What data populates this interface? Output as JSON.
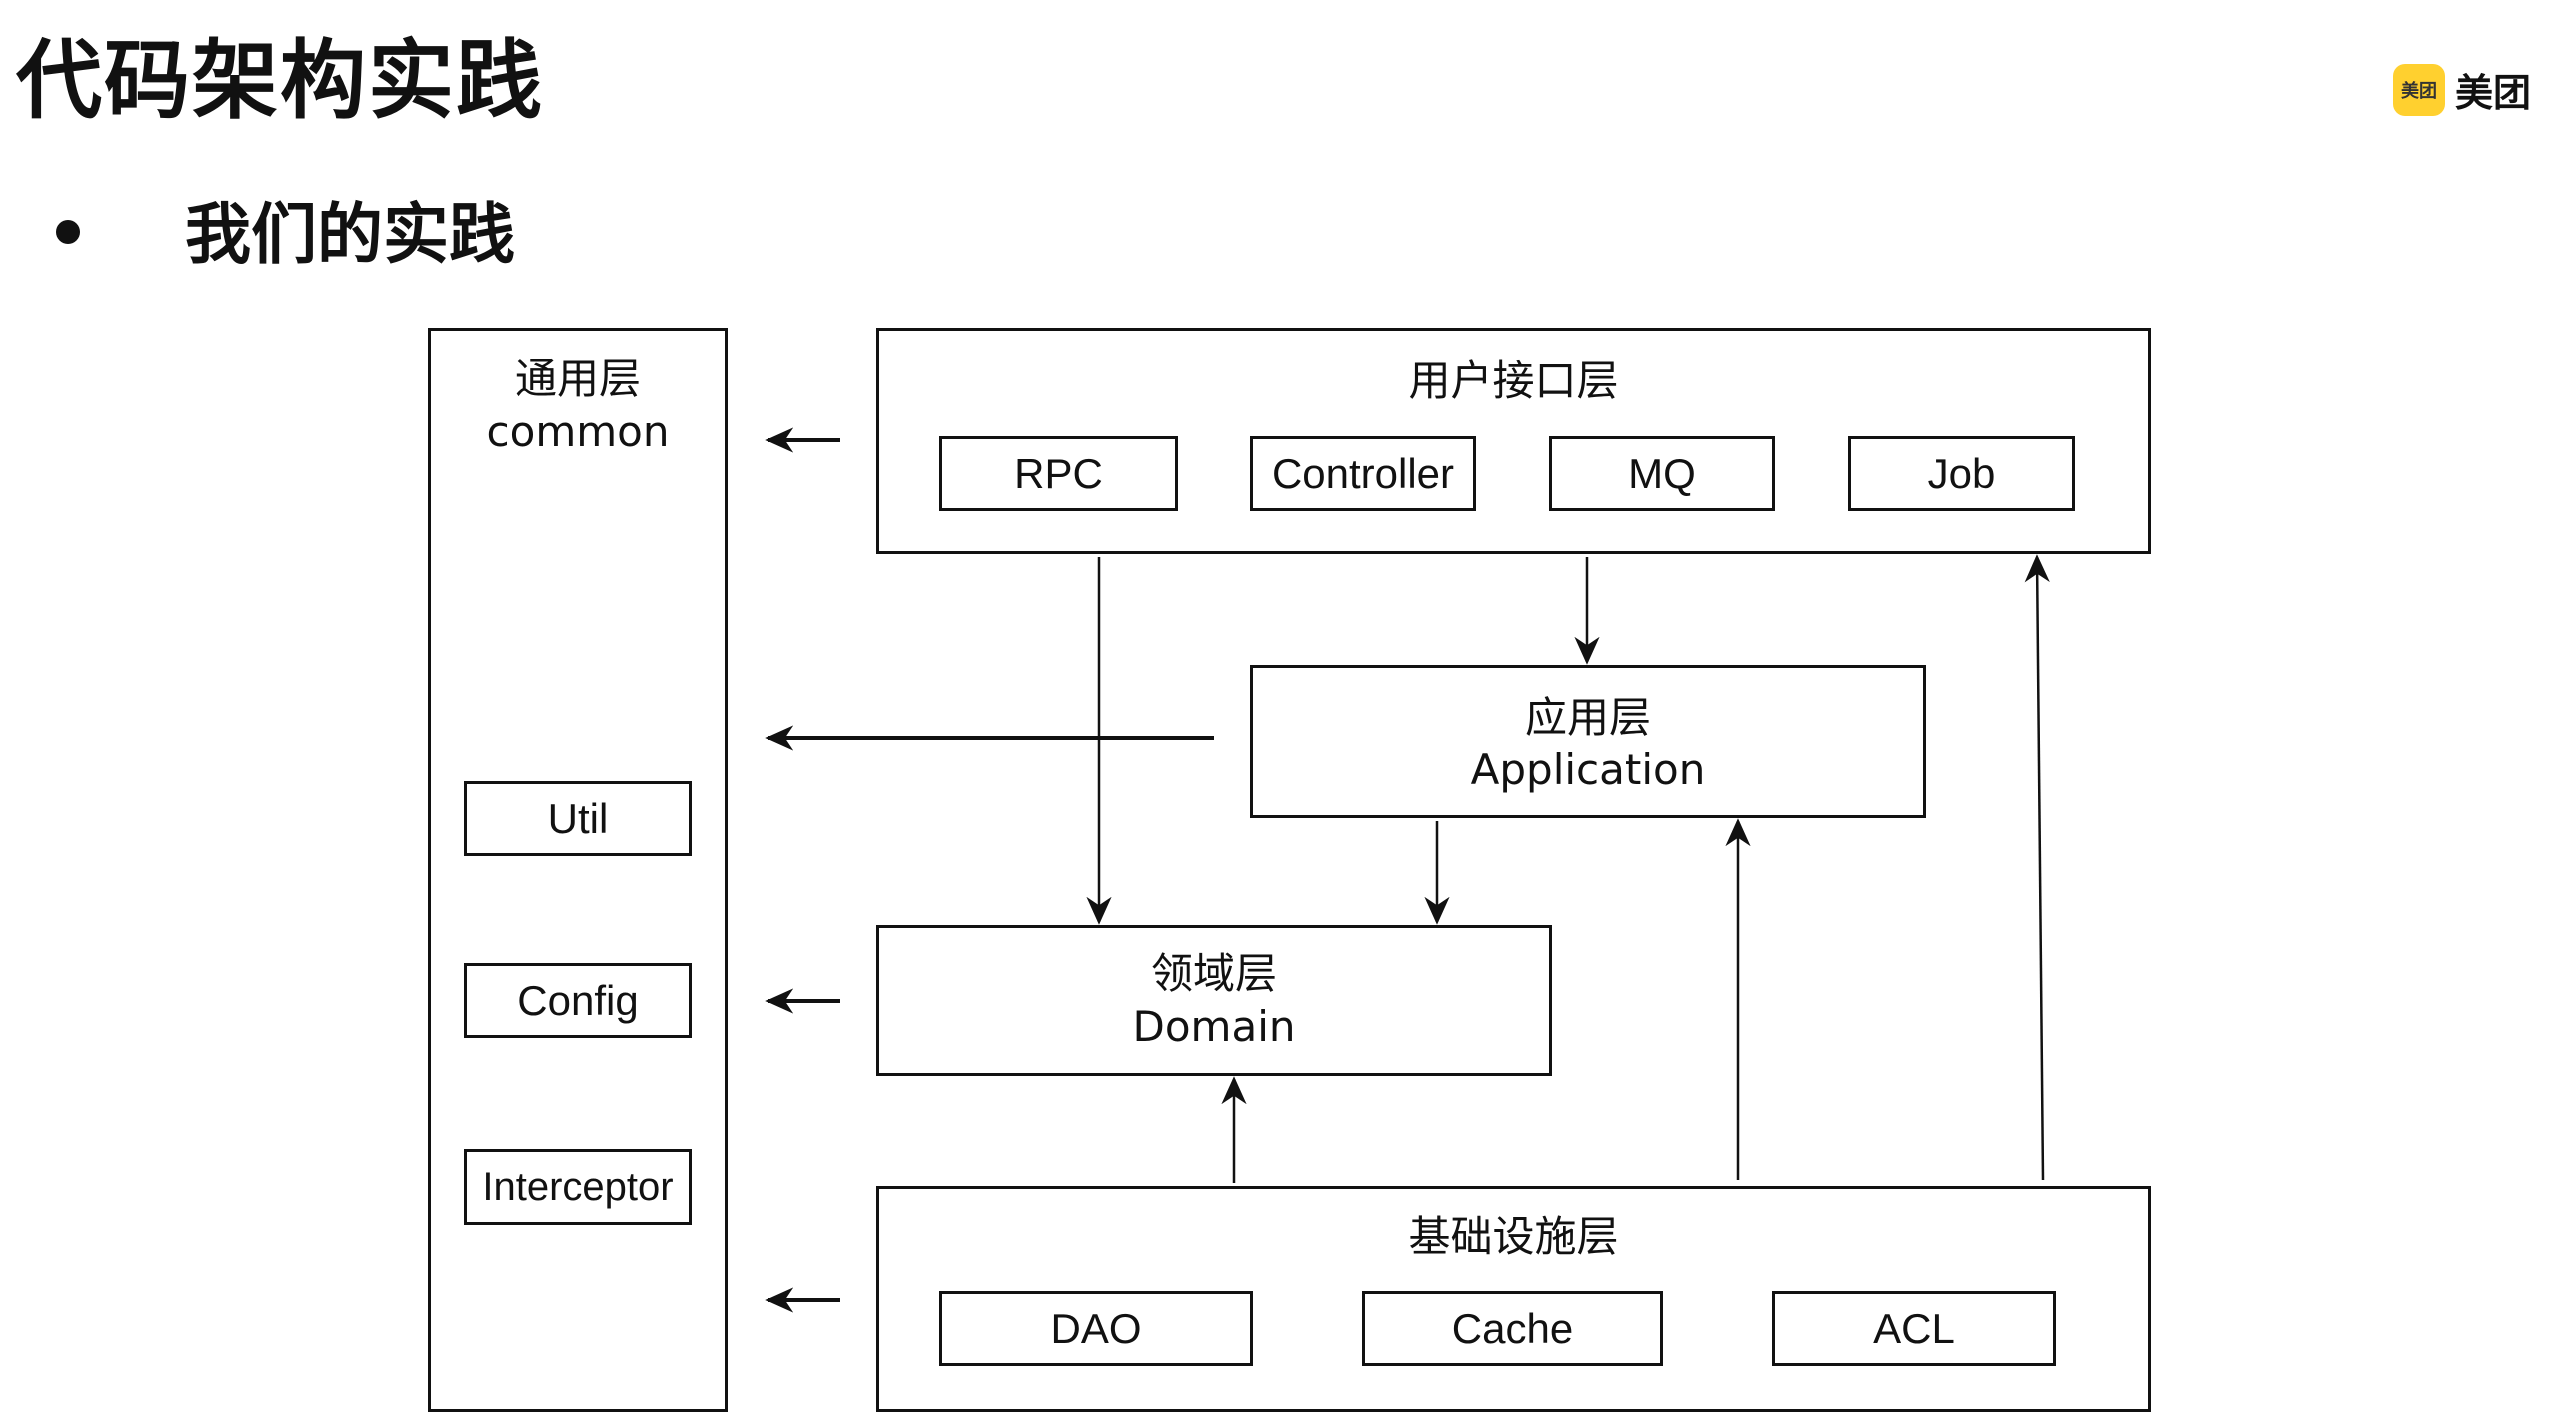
{
  "slide": {
    "title": "代码架构实践",
    "bullet": "我们的实践"
  },
  "logo": {
    "badge_text": "美团",
    "text": "美团",
    "brand_color": "#FFD02F"
  },
  "diagram": {
    "common": {
      "zh": "通用层",
      "en": "common",
      "components": [
        "Util",
        "Config",
        "Interceptor"
      ]
    },
    "interface": {
      "zh": "用户接口层",
      "components": [
        "RPC",
        "Controller",
        "MQ",
        "Job"
      ]
    },
    "application": {
      "zh": "应用层",
      "en": "Application"
    },
    "domain": {
      "zh": "领域层",
      "en": "Domain"
    },
    "infrastructure": {
      "zh": "基础设施层",
      "components": [
        "DAO",
        "Cache",
        "ACL"
      ]
    },
    "edges": [
      {
        "from": "interface",
        "to": "common"
      },
      {
        "from": "application",
        "to": "common"
      },
      {
        "from": "domain",
        "to": "common"
      },
      {
        "from": "infrastructure",
        "to": "common"
      },
      {
        "from": "interface",
        "to": "application"
      },
      {
        "from": "interface",
        "to": "domain"
      },
      {
        "from": "application",
        "to": "domain"
      },
      {
        "from": "infrastructure",
        "to": "domain"
      },
      {
        "from": "infrastructure",
        "to": "application"
      },
      {
        "from": "infrastructure",
        "to": "interface"
      }
    ]
  }
}
